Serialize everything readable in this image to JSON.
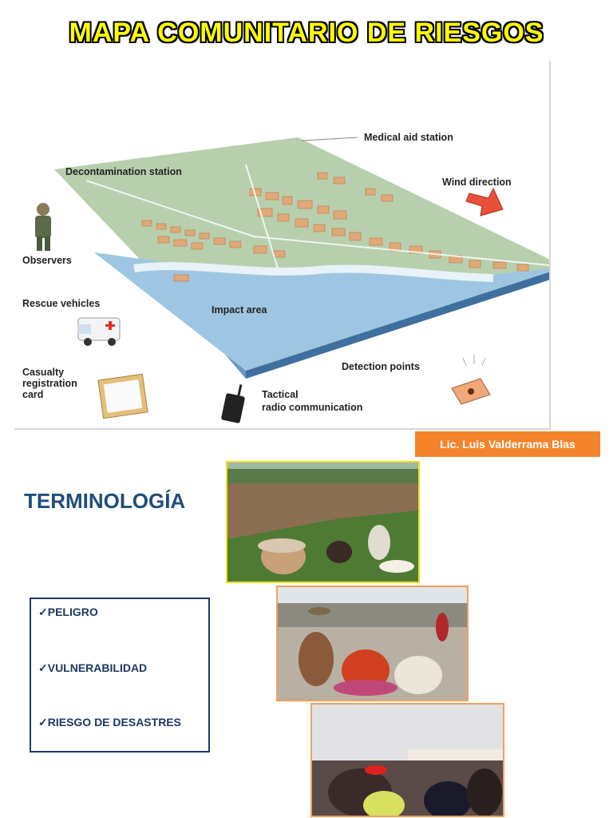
{
  "title": "MAPA COMUNITARIO  DE RIESGOS",
  "map": {
    "labels": {
      "medical": "Medical aid station",
      "decon": "Decontamination station",
      "wind": "Wind direction",
      "observers": "Observers",
      "rescue": "Rescue vehicles",
      "impact": "Impact area",
      "casualty_1": "Casualty",
      "casualty_2": "registration",
      "casualty_3": "card",
      "detection": "Detection points",
      "radio_1": "Tactical",
      "radio_2": "radio communication"
    }
  },
  "author": "Lic. Luis Valderrama Blas",
  "heading": "TERMINOLOGÍA",
  "terms": [
    "✓PELIGRO",
    "✓VULNERABILIDAD",
    "✓RIESGO DE DESASTRES"
  ],
  "colors": {
    "title": "#ffff00",
    "heading": "#1f4e79",
    "badge": "#f4842c",
    "photo_border_yellow": "#f0e020",
    "photo_border_orange": "#f0a060"
  }
}
